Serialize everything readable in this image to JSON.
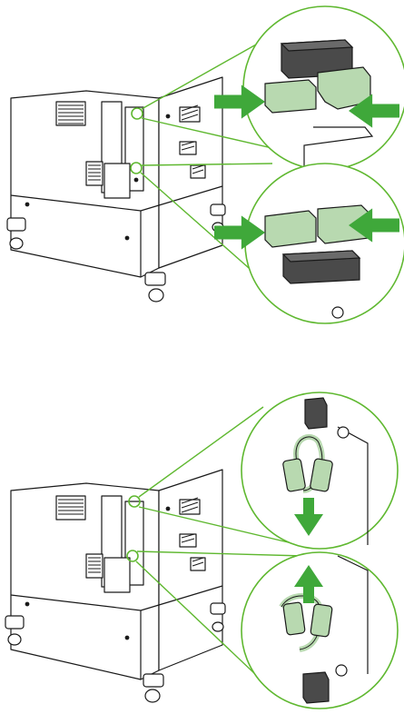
{
  "colors": {
    "callout_green": "#5fb830",
    "arrow_green": "#3fa83a",
    "line_black": "#1a1a1a",
    "connector_light": "#b8d9b0",
    "connector_dark": "#4a4a4a",
    "background": "#ffffff"
  },
  "panels": [
    {
      "id": "top",
      "callouts": [
        {
          "label": "connector-disconnect-view",
          "arrows": [
            "arrow-in-left",
            "arrow-in-right"
          ]
        },
        {
          "label": "connector-disconnect-view",
          "arrows": [
            "arrow-in-left",
            "arrow-in-right"
          ]
        }
      ]
    },
    {
      "id": "bottom",
      "callouts": [
        {
          "label": "cable-pull-down-view",
          "arrows": [
            "arrow-down"
          ]
        },
        {
          "label": "cable-pull-up-view",
          "arrows": [
            "arrow-up"
          ]
        }
      ]
    }
  ],
  "icons": [
    "printer-rear-icon",
    "connector-icon",
    "cable-loop-icon",
    "screw-icon"
  ]
}
